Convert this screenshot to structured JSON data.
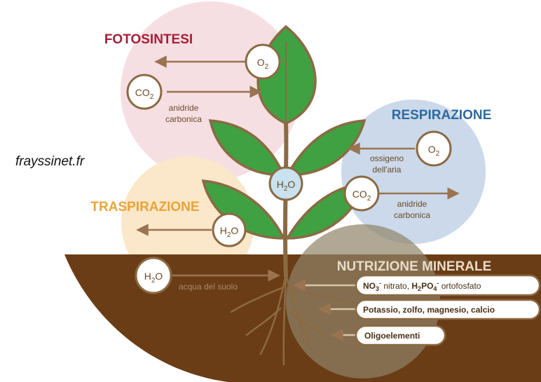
{
  "watermark": "frayssinet.fr",
  "photosynthesis": {
    "title": "FOTOSINTESI",
    "o2": "O",
    "co2": "CO",
    "sub": "2",
    "co2_label_1": "anidride",
    "co2_label_2": "carbonica"
  },
  "respiration": {
    "title": "RESPIRAZIONE",
    "o2": "O",
    "o2_label_1": "ossigeno",
    "o2_label_2": "dell'aria",
    "co2": "CO",
    "sub": "2",
    "co2_label_1": "anidride",
    "co2_label_2": "carbonica"
  },
  "transpiration": {
    "title": "TRASPIRAZIONE",
    "h2o_h": "H",
    "h2o_o": "O",
    "sub": "2"
  },
  "center_water": {
    "h": "H",
    "o": "O",
    "sub": "2"
  },
  "soil_water": {
    "h": "H",
    "o": "O",
    "sub": "2",
    "label": "acqua del suolo"
  },
  "nutrition": {
    "title": "NUTRIZIONE MINERALE",
    "nitrate_formula_a": "NO",
    "nitrate_sub": "3",
    "nitrate_sup": "-",
    "nitrate_word": " nitrato, ",
    "phosphate_formula_a": "H",
    "phosphate_sub1": "2",
    "phosphate_formula_b": "PO",
    "phosphate_sub2": "4",
    "phosphate_sup": "-",
    "phosphate_word": " ortofosfato",
    "item2": "Potassio, zolfo, magnesio, calcio",
    "item3": "Oligoelementi"
  },
  "colors": {
    "photosynthesis_circle": "#f6dfe3",
    "photosynthesis_title": "#a3203a",
    "respiration_circle": "#cbd9ea",
    "respiration_title": "#2c6aa0",
    "transpiration_circle": "#fbe7c9",
    "transpiration_title": "#e8a43a",
    "soil": "#6b3d16",
    "nutrition_circle": "#8e8368",
    "leaf": "#3fa142",
    "outline": "#8b6a43",
    "water_circle": "#c8e2ef"
  }
}
